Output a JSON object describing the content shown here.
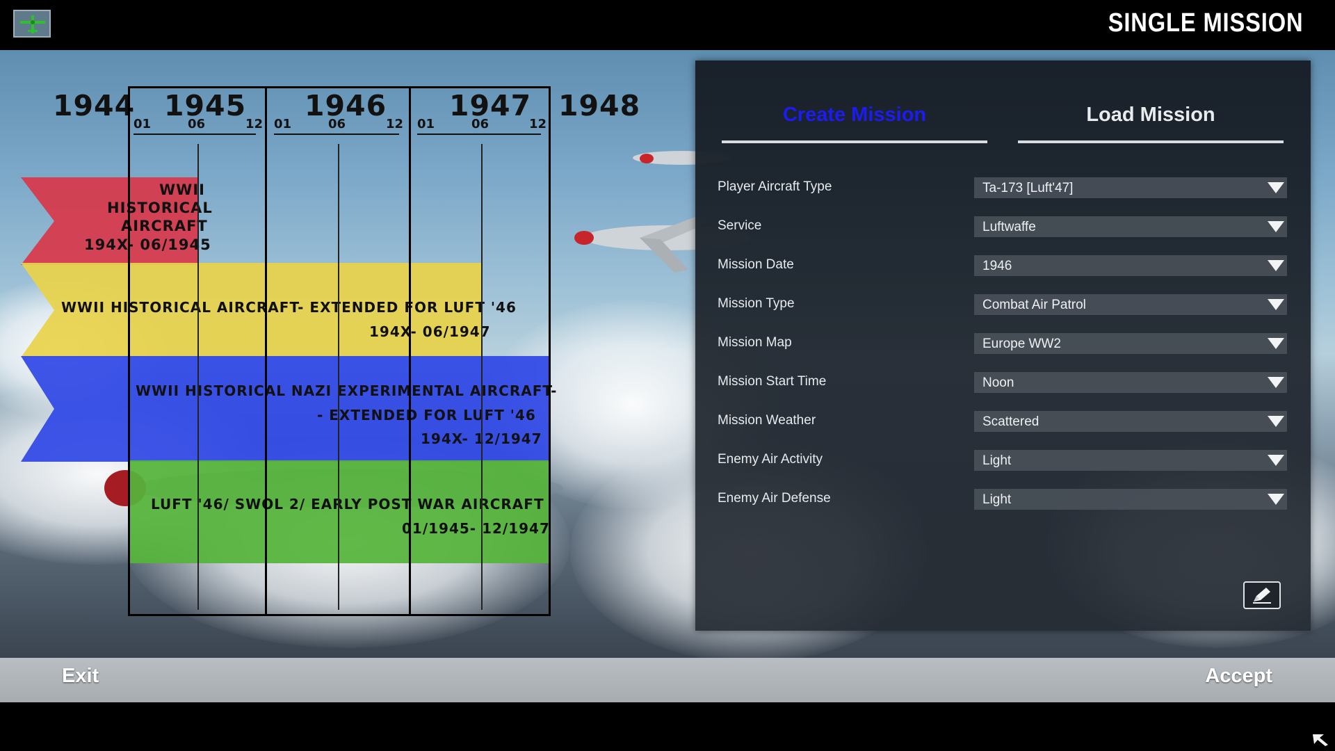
{
  "header": {
    "title": "SINGLE MISSION",
    "app_icon": "green-plane-icon"
  },
  "timeline": {
    "years": [
      "1944",
      "1945",
      "1946",
      "1947",
      "1948"
    ],
    "months": [
      "01",
      "06",
      "12"
    ],
    "bands": [
      {
        "name": "red",
        "color": "#d8374a",
        "lines": [
          "WWII",
          "HISTORICAL",
          "AIRCRAFT",
          "194X- 06/1945"
        ]
      },
      {
        "name": "yellow",
        "color": "#e8d34a",
        "lines": [
          "WWII HISTORICAL AIRCRAFT- EXTENDED FOR LUFT '46",
          "194X- 06/1947"
        ]
      },
      {
        "name": "blue",
        "color": "#2f47e6",
        "lines": [
          "WWII HISTORICAL NAZI EXPERIMENTAL AIRCRAFT-",
          "- EXTENDED FOR LUFT '46",
          "194X- 12/1947"
        ]
      },
      {
        "name": "green",
        "color": "#55b43a",
        "lines": [
          "LUFT '46/ SWOL 2/ EARLY POST WAR AIRCRAFT",
          "01/1945- 12/1947"
        ]
      }
    ]
  },
  "panel": {
    "tabs": [
      {
        "label": "Create Mission",
        "active": true,
        "color": "#1c1cf0"
      },
      {
        "label": "Load Mission",
        "active": false
      }
    ],
    "fields": [
      {
        "label": "Player Aircraft Type",
        "value": "Ta-173 [Luft'47]"
      },
      {
        "label": "Service",
        "value": "Luftwaffe"
      },
      {
        "label": "Mission Date",
        "value": "1946"
      },
      {
        "label": "Mission Type",
        "value": "Combat Air Patrol"
      },
      {
        "label": "Mission Map",
        "value": "Europe WW2"
      },
      {
        "label": "Mission Start Time",
        "value": "Noon"
      },
      {
        "label": "Mission Weather",
        "value": "Scattered"
      },
      {
        "label": "Enemy Air Activity",
        "value": "Light"
      },
      {
        "label": "Enemy Air Defense",
        "value": "Light"
      }
    ],
    "edit_icon": "pencil-icon"
  },
  "footer": {
    "exit_label": "Exit",
    "accept_label": "Accept"
  }
}
